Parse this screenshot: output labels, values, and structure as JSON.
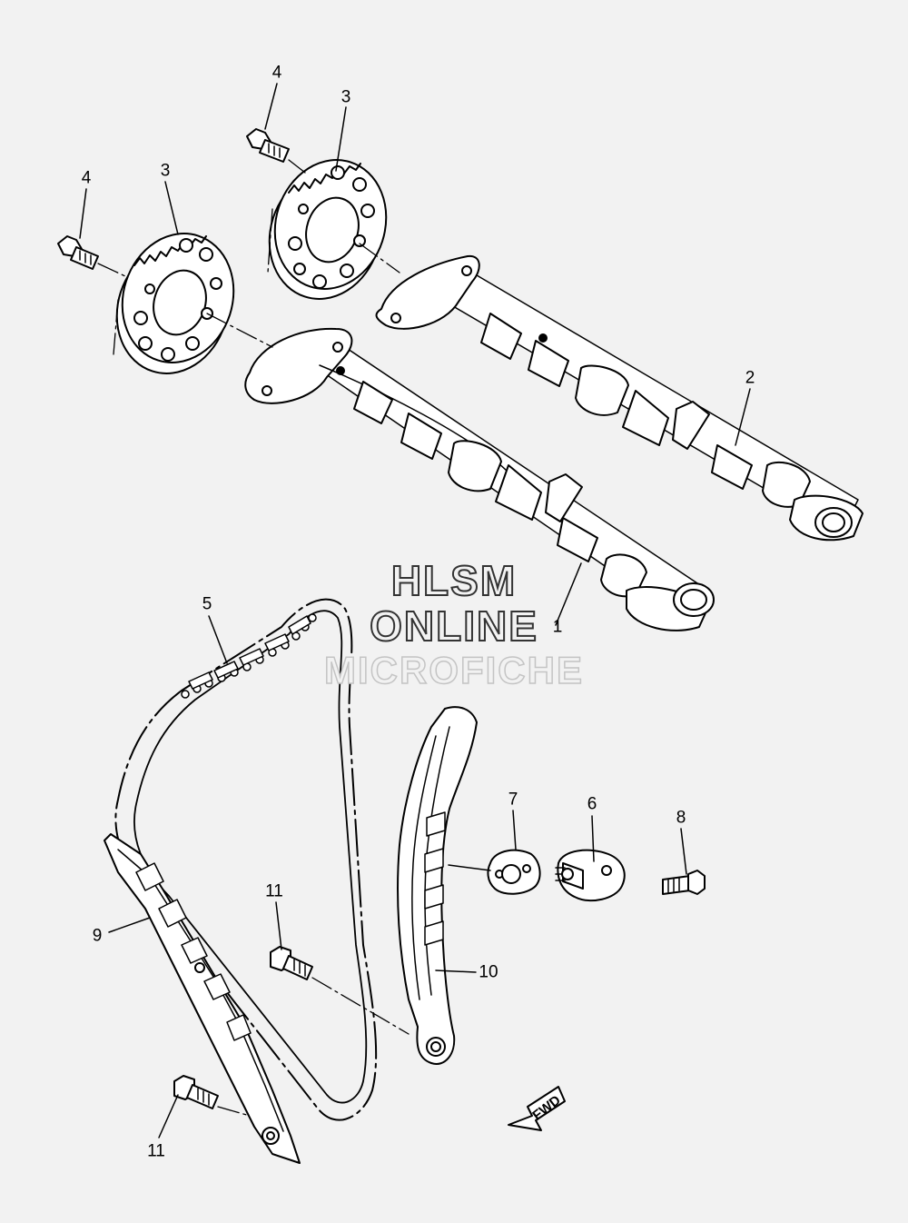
{
  "callouts": {
    "p1": "1",
    "p2": "2",
    "p3a": "3",
    "p3b": "3",
    "p4a": "4",
    "p4b": "4",
    "p5": "5",
    "p6": "6",
    "p7": "7",
    "p8": "8",
    "p9": "9",
    "p10": "10",
    "p11a": "11",
    "p11b": "11"
  },
  "watermark": {
    "line1": "HLSM",
    "line2": "ONLINE",
    "line3": "MICROFICHE"
  },
  "fwd_marker": "FWD"
}
